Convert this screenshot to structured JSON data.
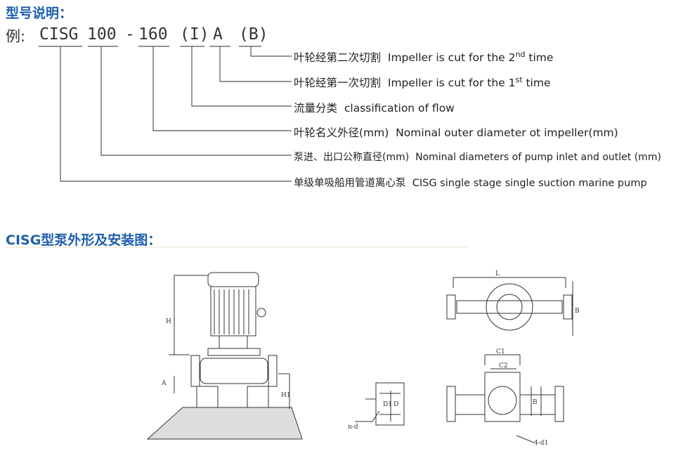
{
  "section1_title": "型号说明：",
  "example": {
    "prefix": "例:",
    "parts": [
      "CISG",
      "100",
      "-",
      "160",
      "(I)",
      "A",
      "(B)"
    ]
  },
  "rows": [
    {
      "cn": "叶轮经第二次切割",
      "en": "Impeller is cut for the 2",
      "sup": "nd",
      "en2": " time"
    },
    {
      "cn": "叶轮经第一次切割",
      "en": "Impeller is cut for the 1",
      "sup": "st",
      "en2": " time"
    },
    {
      "cn": "流量分类",
      "en": "classification of flow"
    },
    {
      "cn": "叶轮名义外径(mm)",
      "en": "Nominal outer diameter ot impeller(mm)"
    },
    {
      "cn": "泵进、出口公称直径(mm)",
      "en": "Nominal diameters of pump inlet and outlet (mm)"
    },
    {
      "cn": "单级单吸船用管道离心泵",
      "en": "CISG single stage single suction marine pump"
    }
  ],
  "section2_title": "CISG型泵外形及安装图：",
  "drawing_labels": {
    "H": "H",
    "A": "A",
    "H1": "H1",
    "L": "L",
    "B": "B",
    "C1": "C1",
    "C2": "C2",
    "D1": "D1",
    "D": "D",
    "nd": "n-d",
    "d1": "4-d1",
    "b": "B"
  },
  "colors": {
    "heading": "#1d5fae",
    "line": "#555555"
  }
}
